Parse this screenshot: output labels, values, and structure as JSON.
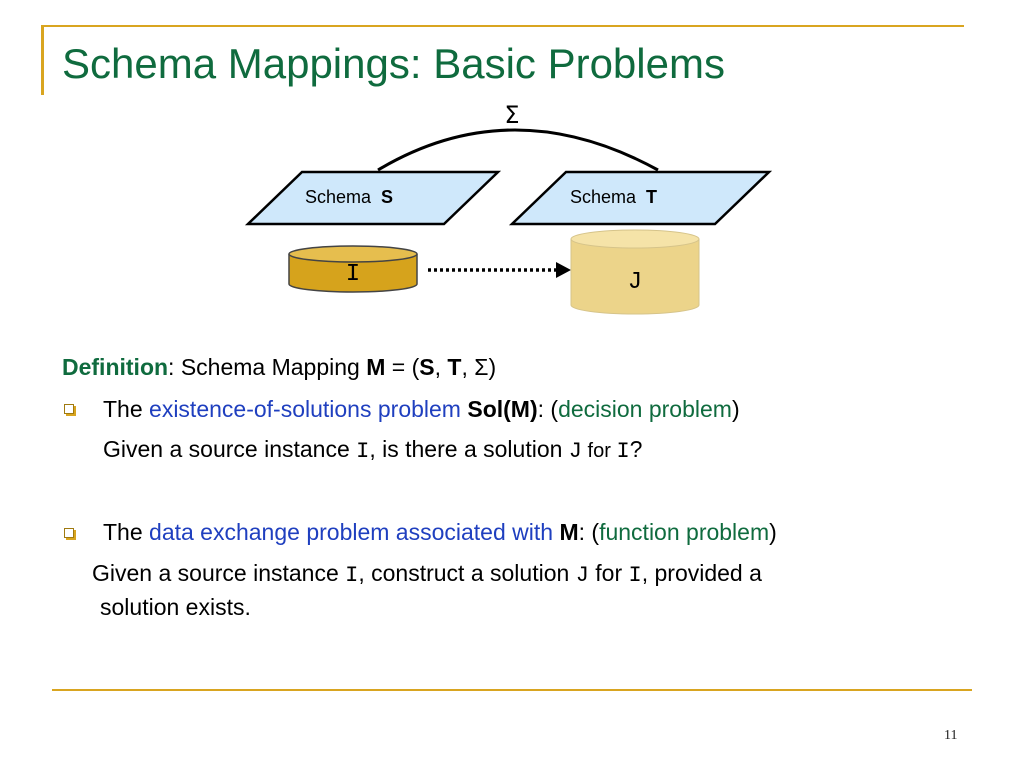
{
  "slide": {
    "title": "Schema Mappings:  Basic Problems",
    "page_number": "11"
  },
  "diagram": {
    "sigma": "Σ",
    "schema_s_prefix": "Schema",
    "schema_s_bold": "S",
    "schema_t_prefix": "Schema",
    "schema_t_bold": "T",
    "instance_i": "I",
    "instance_j": "J"
  },
  "definition": {
    "label": "Definition",
    "text": ": Schema Mapping  ",
    "m": "M",
    "eq": " = (",
    "s": "S",
    "comma1": ", ",
    "t": "T",
    "tail": ", Σ)"
  },
  "bullet1": {
    "the": "The ",
    "name": "existence-of-solutions problem",
    "space": " ",
    "sol": "Sol(M)",
    "colon": ":    (",
    "kind": "decision problem",
    "close": ")",
    "line2_a": "Given a source instance ",
    "line2_i": "I",
    "line2_b": ", is there a solution ",
    "line2_j": "J",
    "line2_c": " for ",
    "line2_i2": "I",
    "line2_d": "?"
  },
  "bullet2": {
    "the": "The ",
    "name": "data exchange problem associated with",
    "space": " ",
    "m": "M",
    "colon": ":  (",
    "kind": "function problem",
    "close": ")",
    "line2_a": "Given a source instance ",
    "line2_i": "I",
    "line2_b": ",  construct a solution ",
    "line2_j": "J",
    "line2_c": " for ",
    "line2_i2": "I",
    "line2_d": ", provided a",
    "line3": "solution exists."
  },
  "colors": {
    "title_green": "#0f6b3e",
    "accent_gold": "#d9a520",
    "link_blue": "#1f3fbf",
    "schema_fill": "#cfe8fb",
    "db_i_fill": "#d6a31c",
    "db_j_fill": "#ecd48a"
  }
}
